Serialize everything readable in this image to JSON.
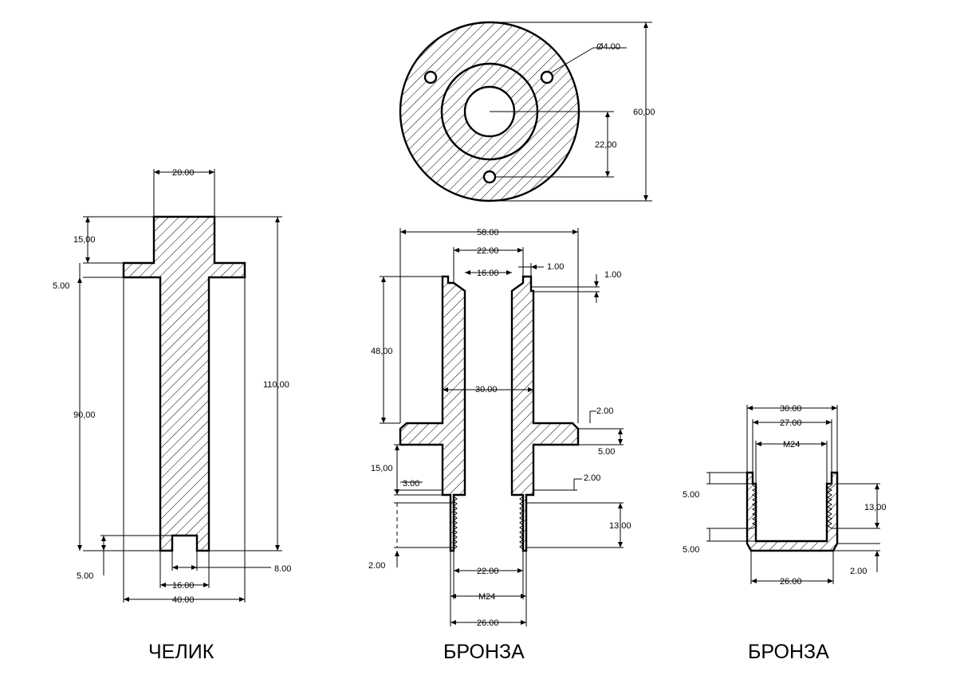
{
  "titles": {
    "left": "ЧЕЛИК",
    "middle": "БРОНЗА",
    "right": "БРОНЗА"
  },
  "disc": {
    "hole_dia": "Ø4.00",
    "outer_dia": "60,00",
    "bolt_offset": "22,00"
  },
  "shaft": {
    "top_width": "20.00",
    "top_height": "15,00",
    "flange_thickness": "5.00",
    "body_height": "90,00",
    "total_height": "110,00",
    "slot_depth": "5.00",
    "slot_width": "8.00",
    "body_width": "16.00",
    "flange_width": "40.00"
  },
  "sleeve": {
    "overall_width": "58.00",
    "top_gap": "22.00",
    "top_step": "1.00",
    "inner_width": "16.00",
    "right_step": "1.00",
    "upper_height": "48,00",
    "mid_width": "30.00",
    "flange_chamfer": "2.00",
    "flange_thickness": "5.00",
    "lower_height": "15,00",
    "thread_step": "3.00",
    "thread_step_right": "2.00",
    "thread_length": "13,00",
    "bottom_chamfer": "2.00",
    "bottom_inner": "22.00",
    "thread": "M24",
    "bottom_outer": "26.00"
  },
  "cap": {
    "outer_width": "30.00",
    "inner_width": "27.00",
    "thread": "M24",
    "top_height": "5.00",
    "thread_length": "13,00",
    "bottom_thickness": "5.00",
    "chamfer": "2.00",
    "bottom_width": "26.00"
  }
}
